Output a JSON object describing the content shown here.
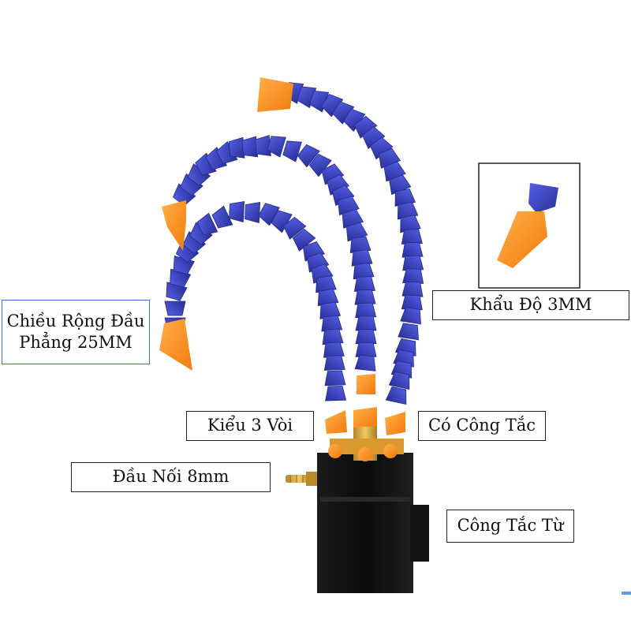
{
  "labels": {
    "flat_head_width": "Chiều Rộng Đầu Phẳng 25MM",
    "aperture": "Khẩu Độ 3MM",
    "three_nozzles": "Kiểu 3 Vòi",
    "has_switch": "Có Công Tắc",
    "connector": "Đầu Nối 8mm",
    "magnetic_switch": "Công Tắc Từ"
  },
  "colors": {
    "hose_blue": "#3a3fc0",
    "nozzle_orange": "#ff8a1e",
    "base_black": "#111111",
    "brass": "#d9a53b",
    "frame_border": "#3a6fc4"
  }
}
